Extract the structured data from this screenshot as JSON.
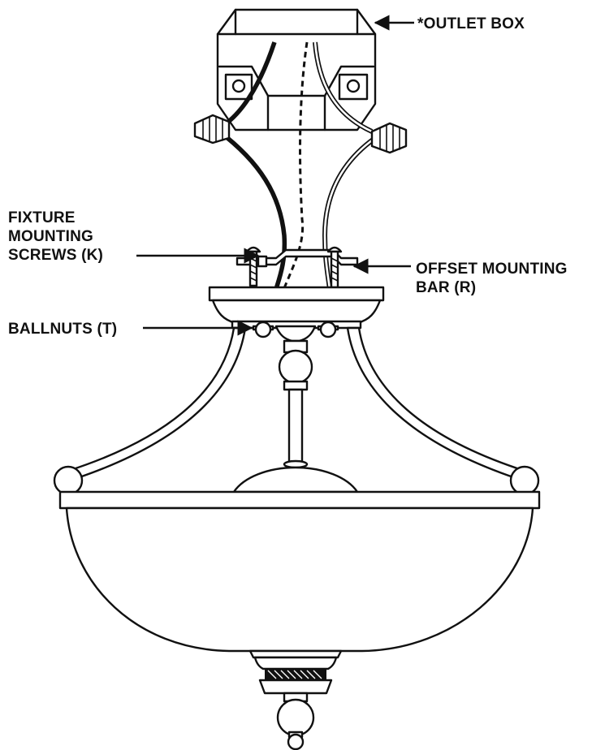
{
  "callouts": {
    "outlet_box": "*OUTLET BOX",
    "fixture_screws": [
      "FIXTURE",
      "MOUNTING",
      "SCREWS (K)"
    ],
    "offset_bar": [
      "OFFSET MOUNTING",
      "BAR (R)"
    ],
    "ballnuts": "BALLNUTS (T)"
  },
  "colors": {
    "ink": "#111111",
    "paper": "#ffffff"
  }
}
